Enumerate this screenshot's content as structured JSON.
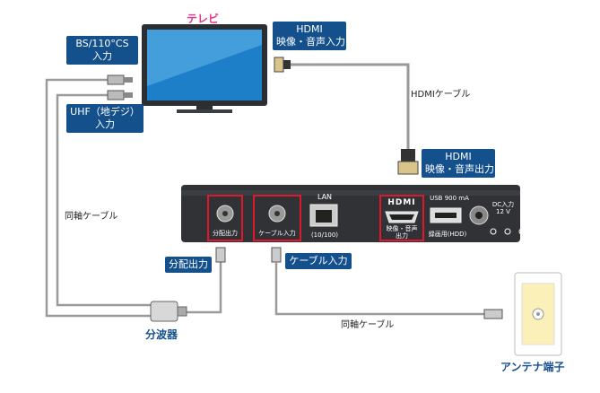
{
  "tv": {
    "title": "テレビ"
  },
  "labels": {
    "hdmi_in": {
      "line1": "HDMI",
      "line2": "映像・音声入力"
    },
    "hdmi_out": {
      "line1": "HDMI",
      "line2": "映像・音声出力"
    },
    "bs_cs": {
      "line1": "BS/110°CS",
      "line2": "入力"
    },
    "uhf": {
      "line1": "UHF（地デジ）",
      "line2": "入力"
    },
    "split_out": "分配出力",
    "cable_in": "ケーブル入力"
  },
  "cables": {
    "hdmi": "HDMIケーブル",
    "coax_left": "同軸ケーブル",
    "coax_bottom": "同軸ケーブル"
  },
  "device": {
    "port_split_out": "分配出力",
    "port_cable_in": "ケーブル入力",
    "lan": "LAN",
    "lan_speed": "(10/100)",
    "hdmi_logo": "HDMI",
    "hdmi_port": {
      "line1": "映像・音声",
      "line2": "出力"
    },
    "usb": "USB 900 mA",
    "hdd": "録画用(HDD)",
    "dc": {
      "line1": "DC入力",
      "line2": "12 V"
    }
  },
  "splitter": {
    "title": "分波器"
  },
  "antenna": {
    "title": "アンテナ端子"
  },
  "colors": {
    "label_bg": "#14508c",
    "tv_title": "#e8358c",
    "highlight": "#e0182d",
    "cable": "#9a9a9a"
  }
}
